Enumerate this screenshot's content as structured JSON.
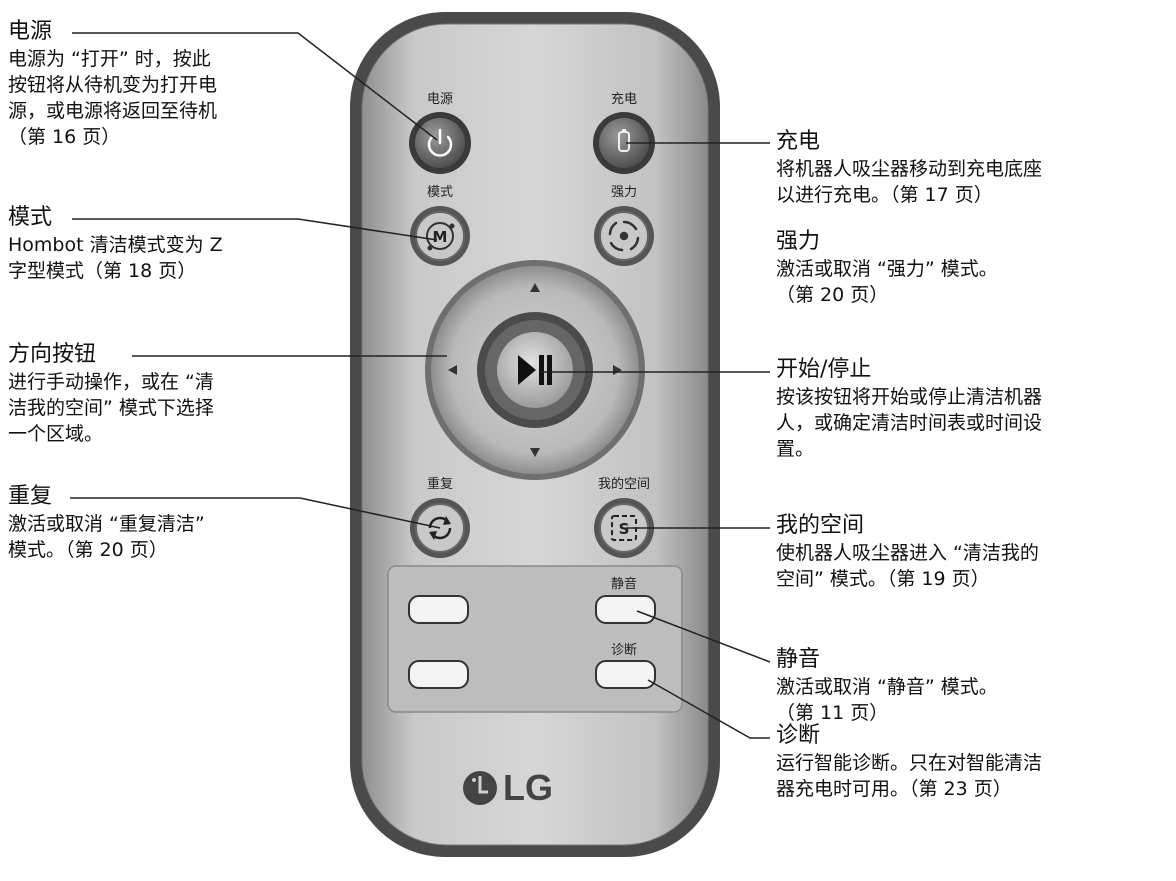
{
  "remote": {
    "brand": "LG",
    "buttons": {
      "power": "电源",
      "charge": "充电",
      "mode": "模式",
      "turbo": "强力",
      "repeat": "重复",
      "myspace": "我的空间",
      "mute": "静音",
      "diagnosis": "诊断"
    }
  },
  "callouts": {
    "power": {
      "title": "电源",
      "desc": "电源为 “打开” 时，按此\n按钮将从待机变为打开电\n源，或电源将返回至待机\n（第 16 页）"
    },
    "mode": {
      "title": "模式",
      "desc": "Hombot 清洁模式变为 Z\n字型模式（第 18 页）"
    },
    "direction": {
      "title": "方向按钮",
      "desc": "进行手动操作，或在 “清\n洁我的空间” 模式下选择\n一个区域。"
    },
    "repeat": {
      "title": "重复",
      "desc": "激活或取消 “重复清洁”\n模式。（第 20 页）"
    },
    "charge": {
      "title": "充电",
      "desc": "将机器人吸尘器移动到充电底座\n以进行充电。（第 17 页）"
    },
    "turbo": {
      "title": "强力",
      "desc": "激活或取消 “强力” 模式。\n（第 20 页）"
    },
    "startstop": {
      "title": "开始/停止",
      "desc": "按该按钮将开始或停止清洁机器\n人，或确定清洁时间表或时间设\n置。"
    },
    "myspace": {
      "title": "我的空间",
      "desc": "使机器人吸尘器进入 “清洁我的\n空间” 模式。（第 19 页）"
    },
    "mute": {
      "title": "静音",
      "desc": "激活或取消 “静音” 模式。\n（第 11 页）"
    },
    "diagnosis": {
      "title": "诊断",
      "desc": "运行智能诊断。只在对智能清洁\n器充电时可用。（第 23 页）"
    }
  }
}
